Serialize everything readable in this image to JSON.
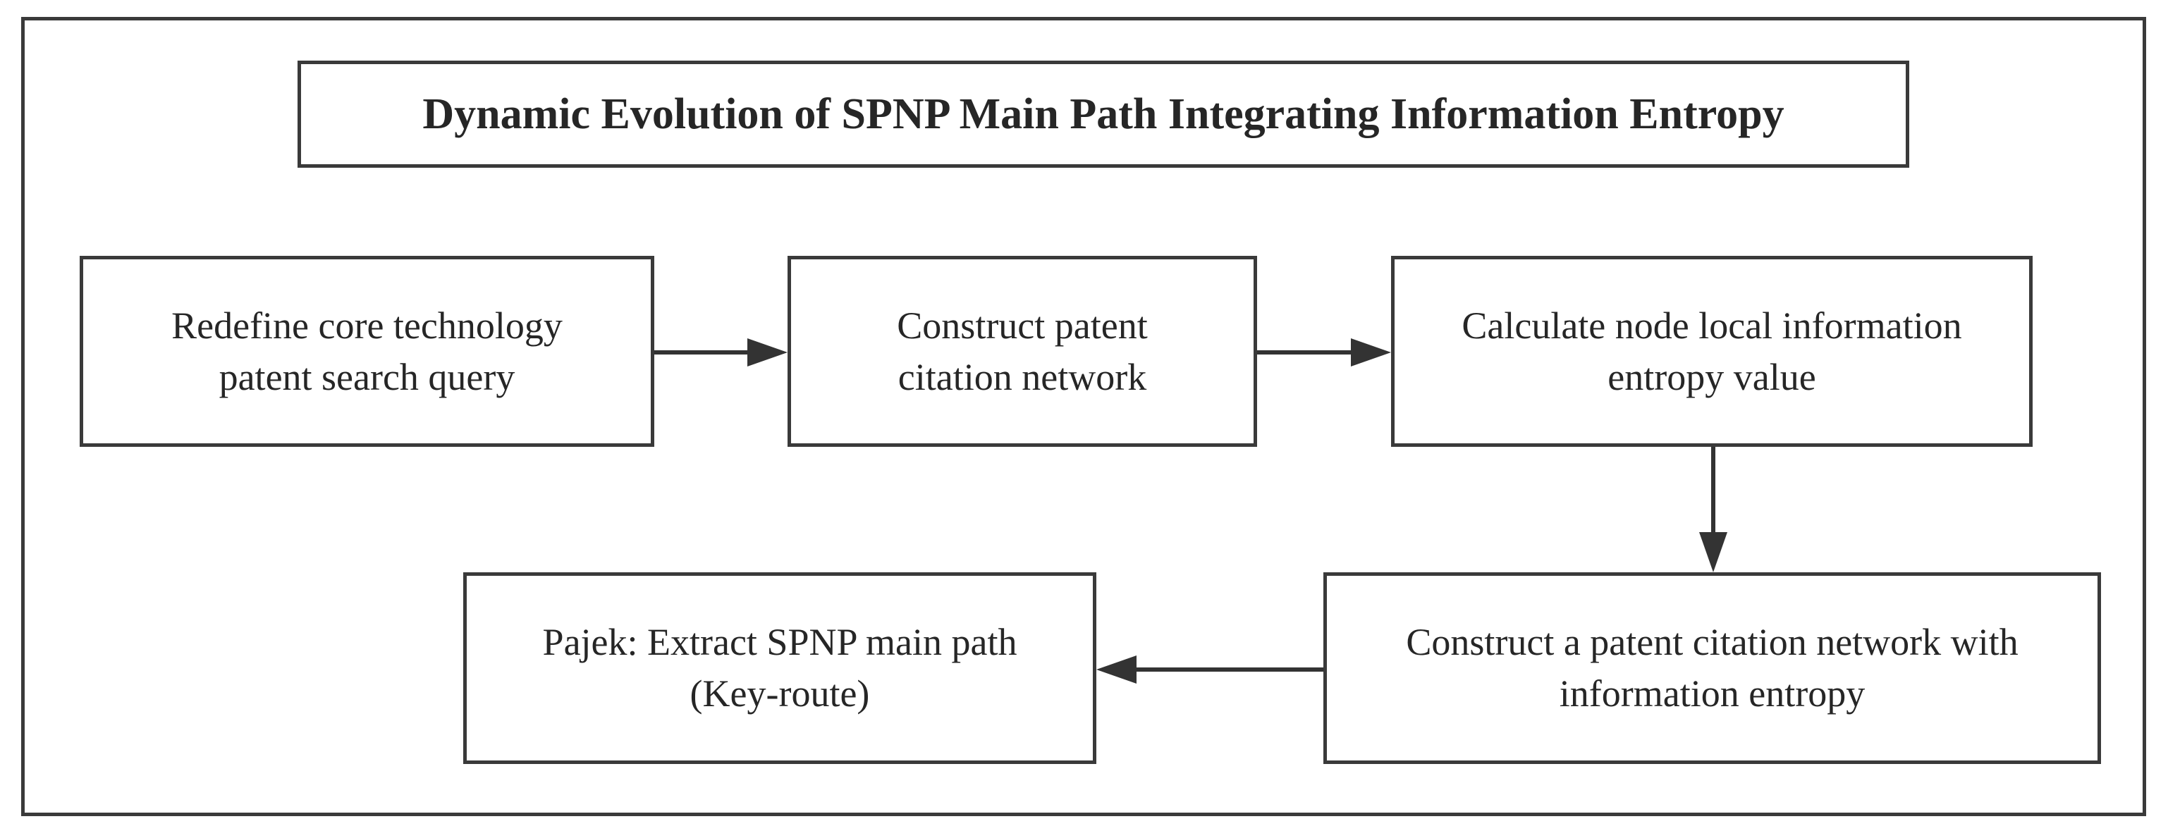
{
  "diagram": {
    "title": "Dynamic Evolution of SPNP Main Path Integrating Information Entropy",
    "nodes": [
      {
        "id": "n1",
        "text": "Redefine core technology\npatent search query"
      },
      {
        "id": "n2",
        "text": "Construct patent\ncitation network"
      },
      {
        "id": "n3",
        "text": "Calculate node local information\nentropy value"
      },
      {
        "id": "n4",
        "text": "Construct a patent citation network with\ninformation entropy"
      },
      {
        "id": "n5",
        "text": "Pajek: Extract SPNP main path\n(Key-route)"
      }
    ],
    "edges": [
      {
        "from": "n1",
        "to": "n2"
      },
      {
        "from": "n2",
        "to": "n3"
      },
      {
        "from": "n3",
        "to": "n4"
      },
      {
        "from": "n4",
        "to": "n5"
      }
    ]
  }
}
